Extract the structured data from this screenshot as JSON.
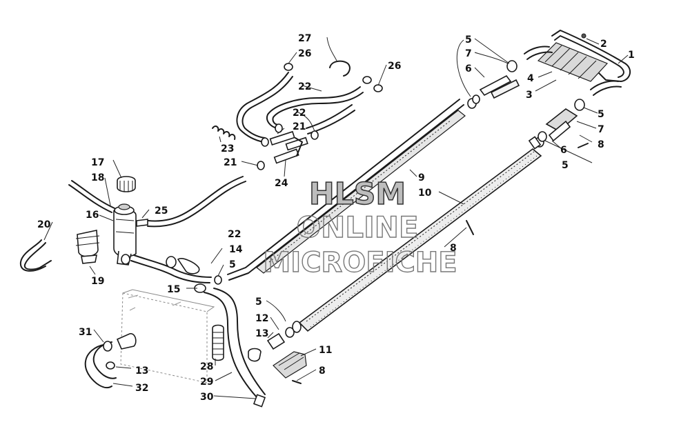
{
  "watermark": {
    "line1": "HLSM",
    "line2": "ONLINE",
    "line3": "MICROFICHE"
  },
  "callouts": [
    "1",
    "2",
    "3",
    "4",
    "5",
    "7",
    "6",
    "27",
    "26",
    "26",
    "22",
    "22",
    "21",
    "23",
    "21",
    "24",
    "22",
    "17",
    "18",
    "25",
    "16",
    "20",
    "19",
    "14",
    "5",
    "15",
    "9",
    "10",
    "8",
    "5",
    "6",
    "7",
    "8",
    "5",
    "5",
    "12",
    "13",
    "11",
    "8",
    "31",
    "13",
    "32",
    "28",
    "29",
    "30"
  ]
}
